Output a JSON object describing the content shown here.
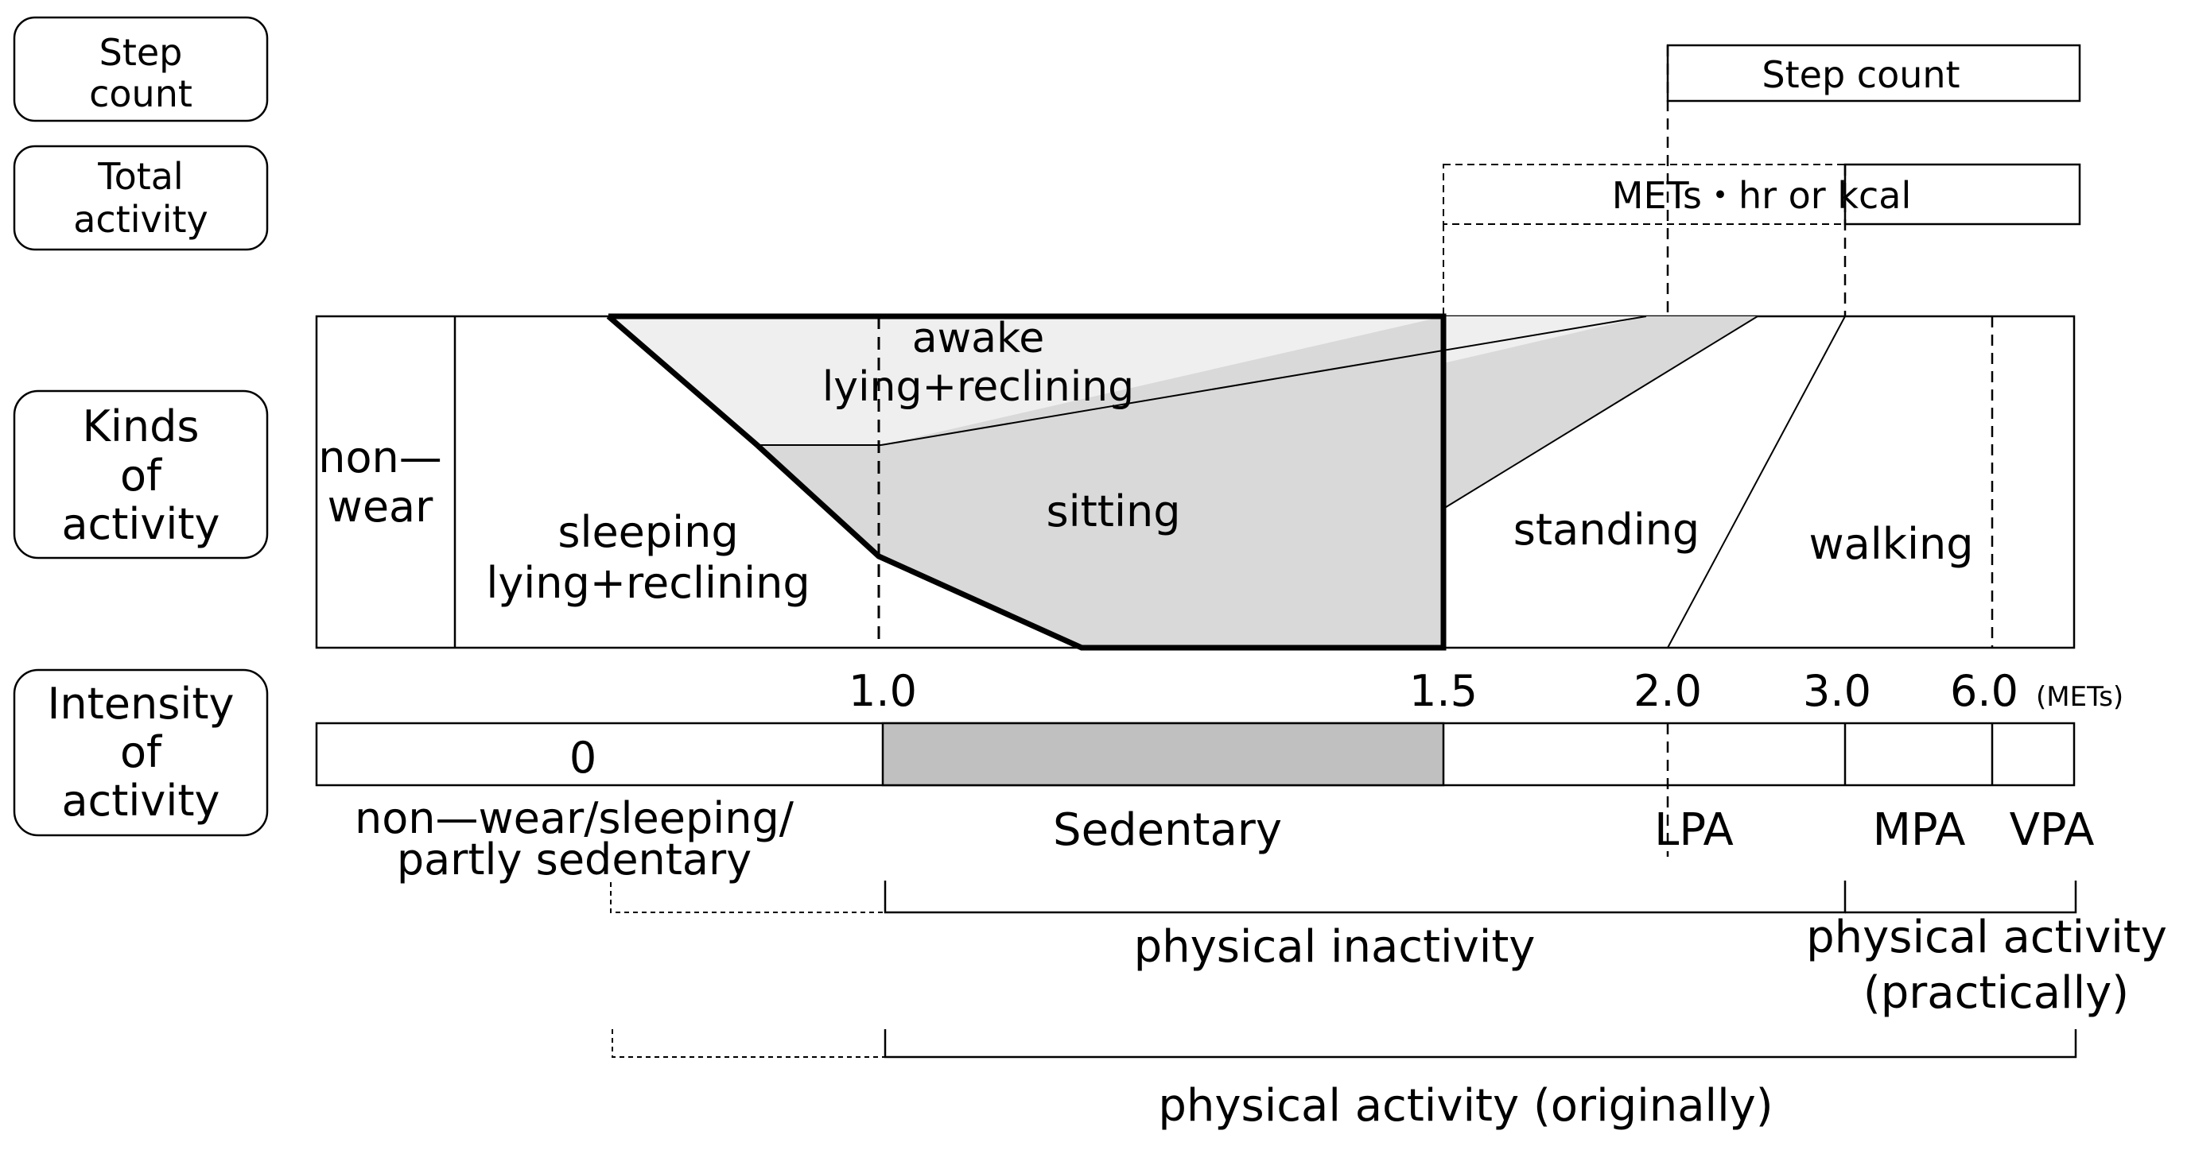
{
  "row_labels": {
    "step_count": [
      "Step",
      "count"
    ],
    "total_activity": [
      "Total",
      "activity"
    ],
    "kinds_of_activity": [
      "Kinds",
      "of",
      "activity"
    ],
    "intensity_of_activity": [
      "Intensity",
      "of",
      "activity"
    ]
  },
  "measures": {
    "step_count": "Step count",
    "total_activity": "METs・hr or kcal"
  },
  "activities": {
    "non_wear": [
      "non—",
      "wear"
    ],
    "awake": [
      "awake",
      "lying+reclining"
    ],
    "sitting": "sitting",
    "sleeping": [
      "sleeping",
      "lying+reclining"
    ],
    "standing": "standing",
    "walking": "walking"
  },
  "intensity": {
    "ticks": [
      "1.0",
      "1.5",
      "2.0",
      "3.0",
      "6.0"
    ],
    "unit": "(METs)",
    "zero_label": "0",
    "categories": {
      "nonwear": [
        "non—wear/sleeping/",
        "partly sedentary"
      ],
      "sedentary": "Sedentary",
      "lpa": "LPA",
      "mpa": "MPA",
      "vpa": "VPA"
    }
  },
  "classifications": {
    "inactivity": "physical inactivity",
    "activity_practical": [
      "physical activity",
      "(practically)"
    ],
    "activity_original": "physical activity (originally)"
  },
  "colors": {
    "line": "#000000",
    "awake_fill": "#efefef",
    "sitting_fill": "#d9d9d9",
    "sedentary_fill": "#c0c0c0"
  }
}
